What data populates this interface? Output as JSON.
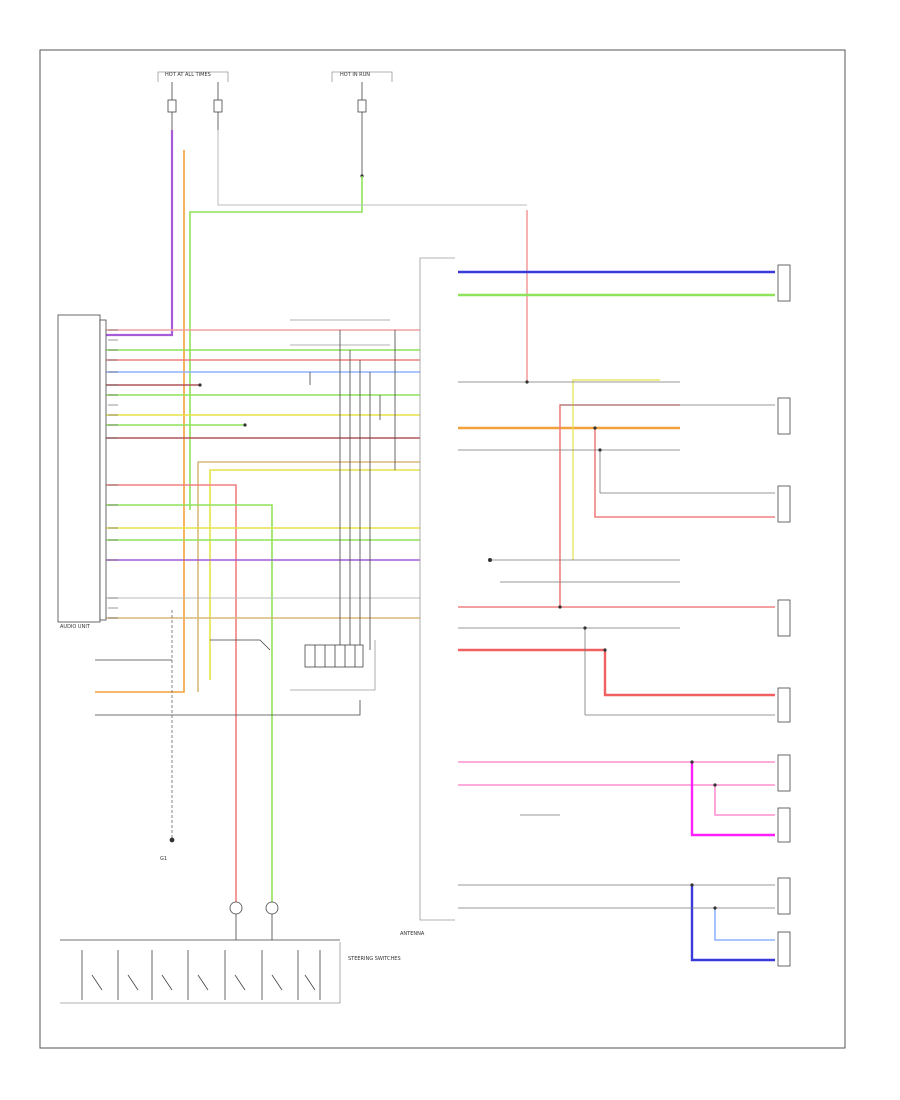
{
  "colors": {
    "blue": "#3a3adb",
    "green": "#8fe35a",
    "red": "#f08080",
    "orange": "#f3a13a",
    "yellow": "#e6e24a",
    "violet": "#a65cd9",
    "pink": "#ff8fd0",
    "magenta": "#ff1fff",
    "tan": "#d8b97a",
    "lightblue": "#8fb2ff",
    "gray": "#9a9a9a",
    "brown": "#b2565c"
  },
  "labels": {
    "fuse_box": "HOT AT ALL TIMES",
    "relay_hot": "HOT IN RUN",
    "audio_unit_box": "AUDIO UNIT",
    "switch_group": "STEERING SWITCHES",
    "ground_left": "G1",
    "antenna": "ANTENNA"
  }
}
